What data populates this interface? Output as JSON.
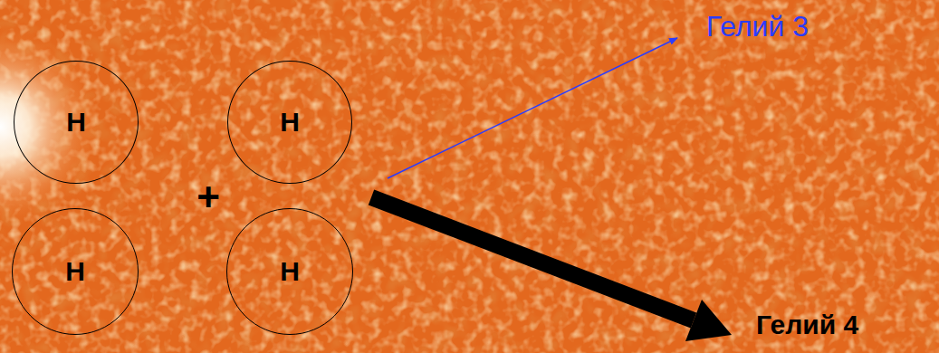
{
  "diagram": {
    "nodes": [
      {
        "text": [
          "H"
        ]
      },
      {
        "text": [
          "H"
        ]
      },
      {
        "text": [
          "H"
        ]
      },
      {
        "text": [
          "H"
        ]
      }
    ],
    "labels": [
      "+",
      "Гелий 3",
      "Гелий 4"
    ]
  }
}
